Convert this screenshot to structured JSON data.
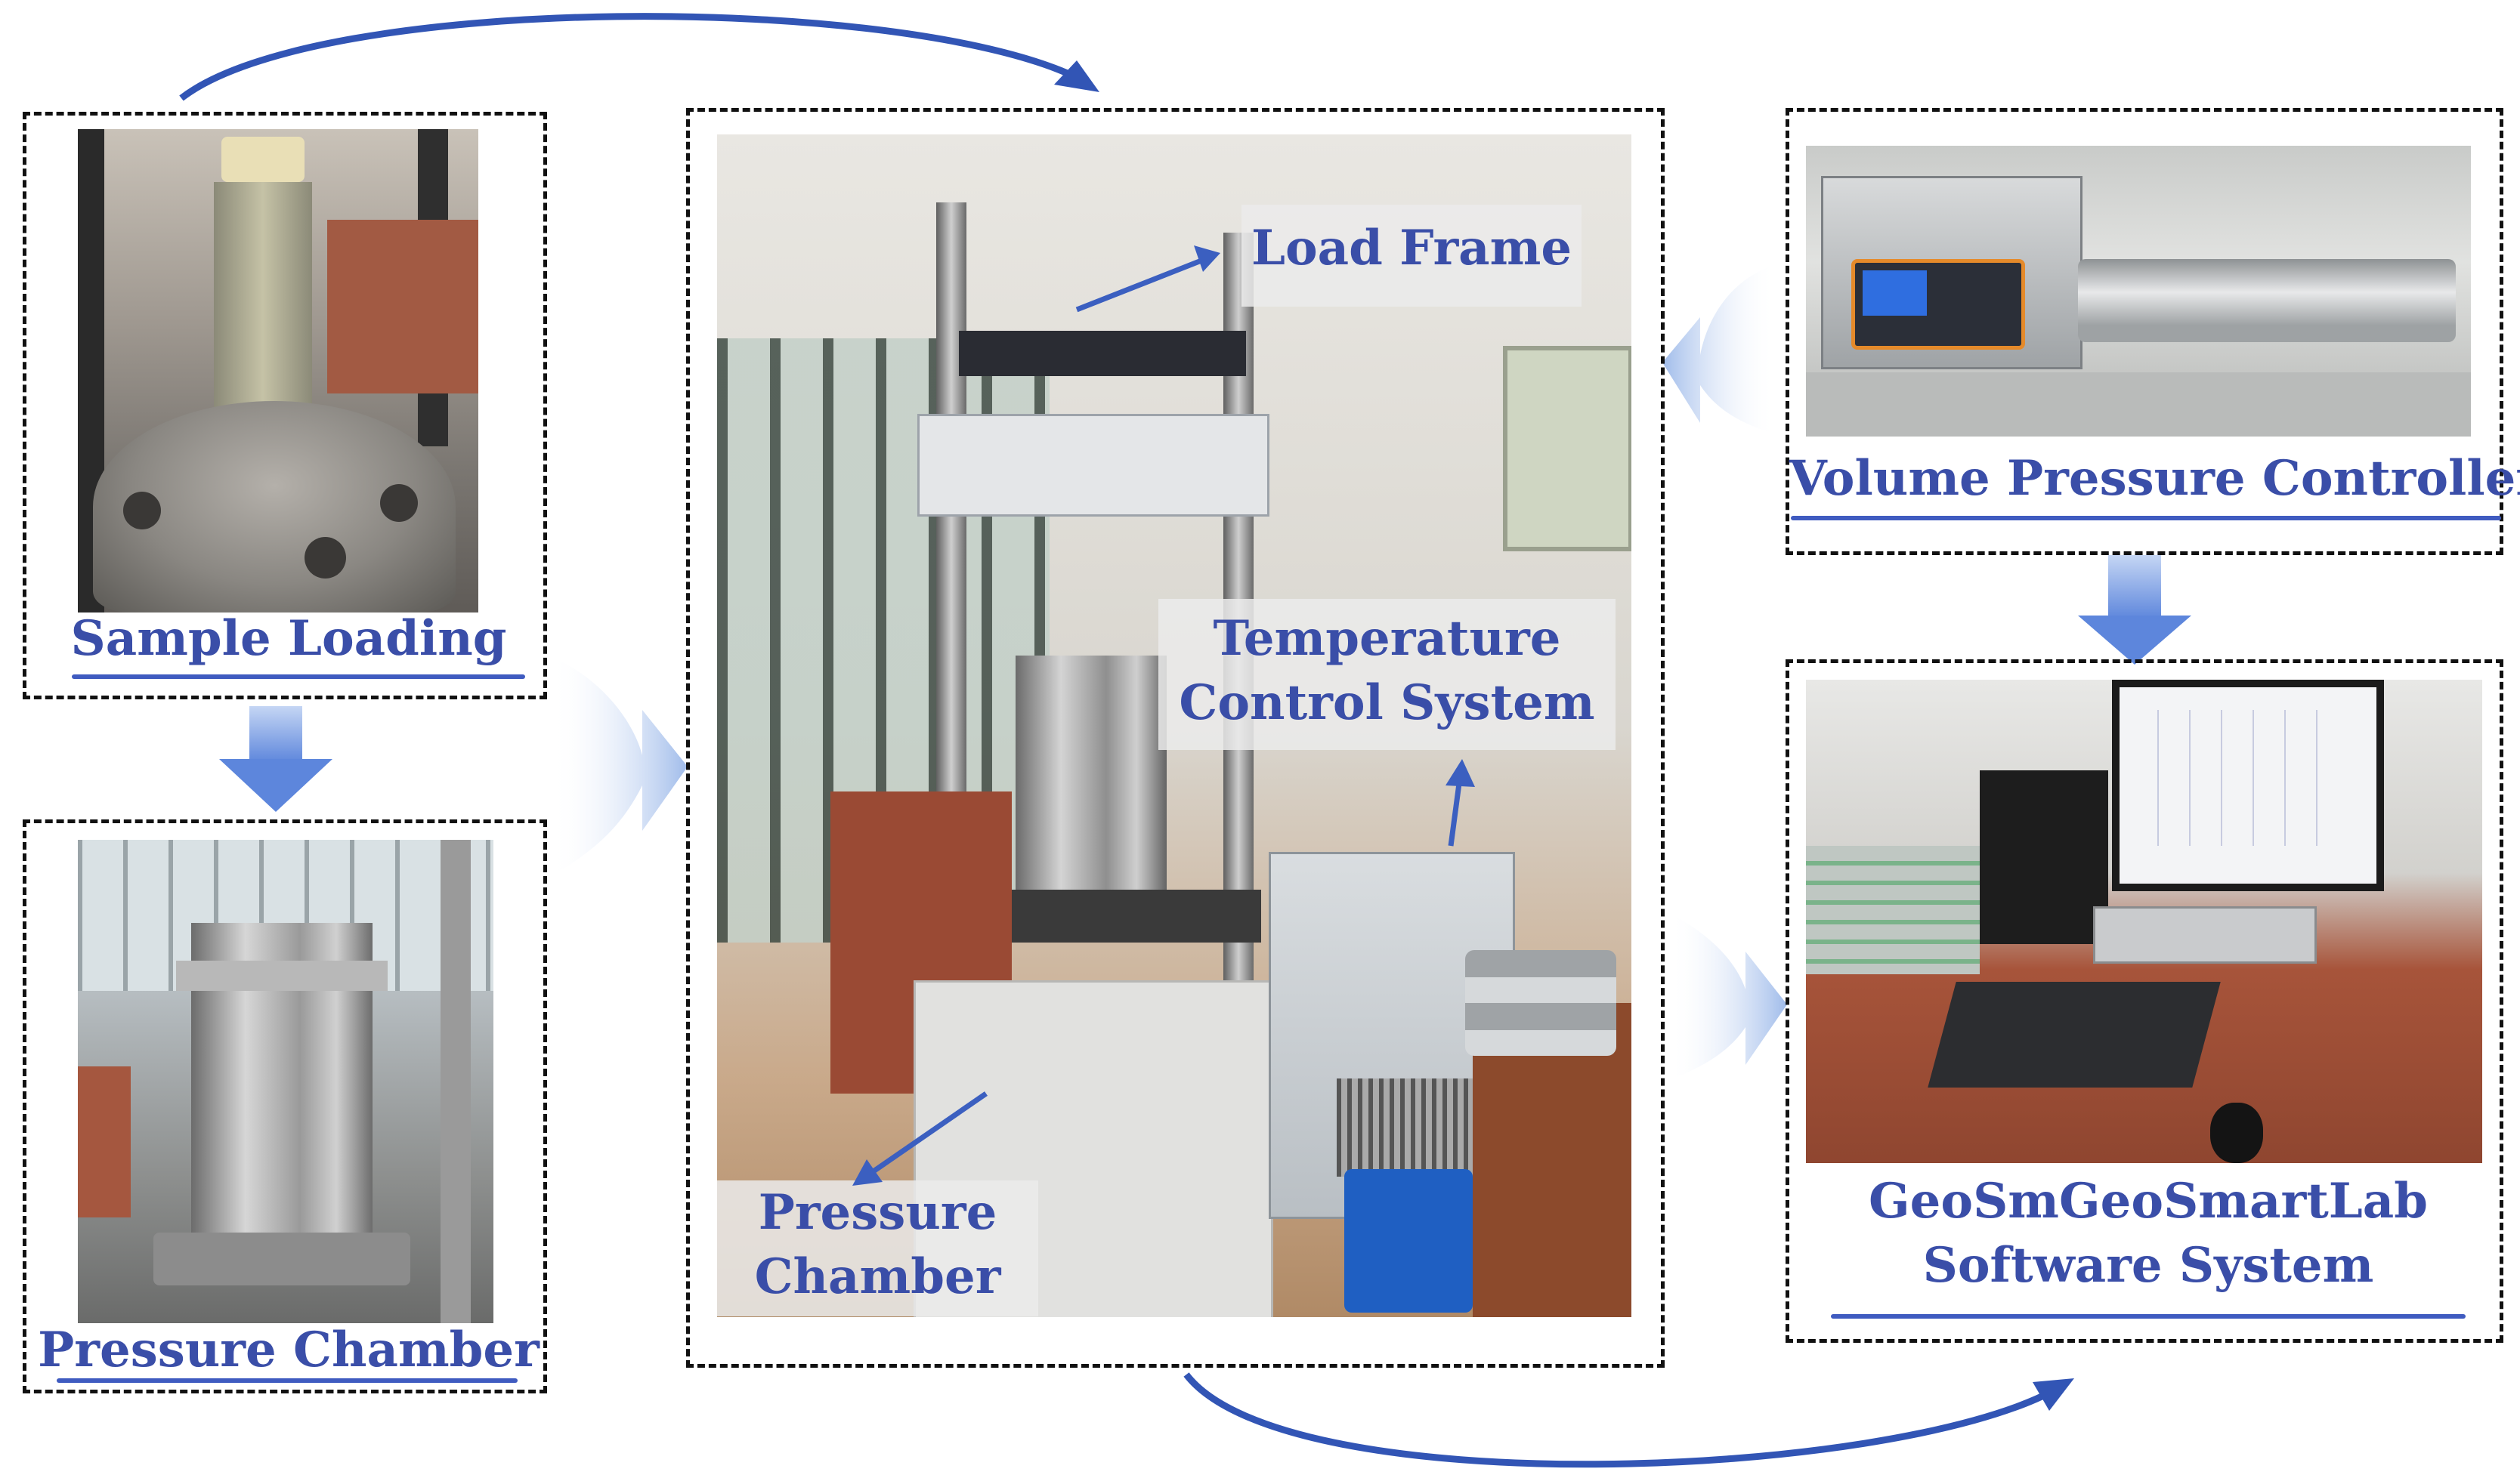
{
  "panels": {
    "sample_loading": {
      "label": "Sample Loading"
    },
    "pressure_chamber_left": {
      "label": "Pressure Chamber"
    },
    "main_apparatus": {
      "load_frame_label": "Load Frame",
      "temperature_label_line1": "Temperature",
      "temperature_label_line2": "Control System",
      "pressure_label_line1": "Pressure",
      "pressure_label_line2": "Chamber"
    },
    "volume_controller": {
      "label": "Volume Pressure Controller"
    },
    "software": {
      "label_line1": "GeoSmGeoSmartLab",
      "label_line2": "Software System"
    }
  },
  "colors": {
    "label_blue": "#3a4ea8",
    "arrow_blue": "#3b5fc0",
    "flow_arrow_light": "#b9cdf0",
    "flow_arrow_solid": "#6f95e0",
    "dashed_border": "#111111"
  },
  "icons": [
    "curved-arrow",
    "down-block-arrow",
    "fat-flow-arrow",
    "pointer-arrow"
  ]
}
